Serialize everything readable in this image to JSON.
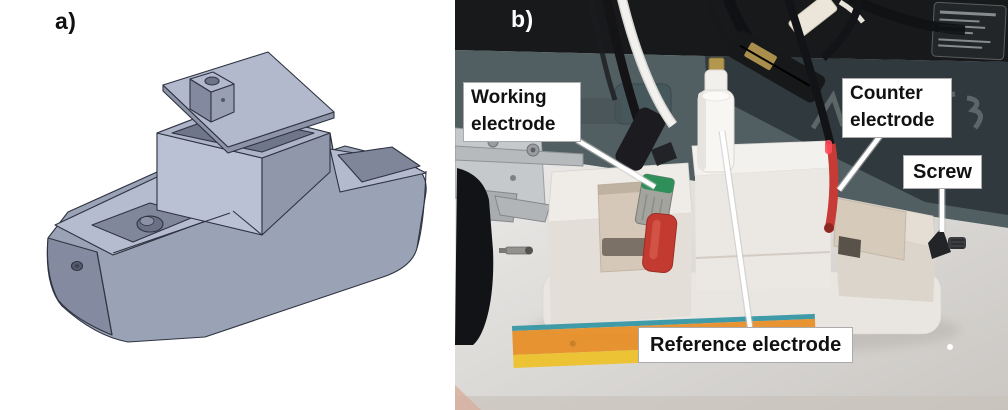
{
  "figure": {
    "panel_a": {
      "label": "a)"
    },
    "panel_b": {
      "label": "b)",
      "annotations": {
        "working_electrode": "Working electrode",
        "counter_electrode": "Counter electrode",
        "screw": "Screw",
        "reference_electrode": "Reference electrode"
      }
    },
    "colors": {
      "cad_body": "#9aa2b5",
      "cad_top_face": "#b5bcd0",
      "cad_shadow_side": "#868da0",
      "cad_cavity": "#6f7689",
      "instrument_panel_teal": "#515e62",
      "instrument_top_black": "#17191b",
      "fixture_white": "#ebe7e2",
      "clip_red": "#c23a30",
      "connector_green": "#2f8f58",
      "strip_teal": "#3a98a6",
      "strip_orange": "#e8912c",
      "strip_yellow": "#ecc32e",
      "label_background": "#ffffff",
      "label_text": "#111111"
    }
  }
}
